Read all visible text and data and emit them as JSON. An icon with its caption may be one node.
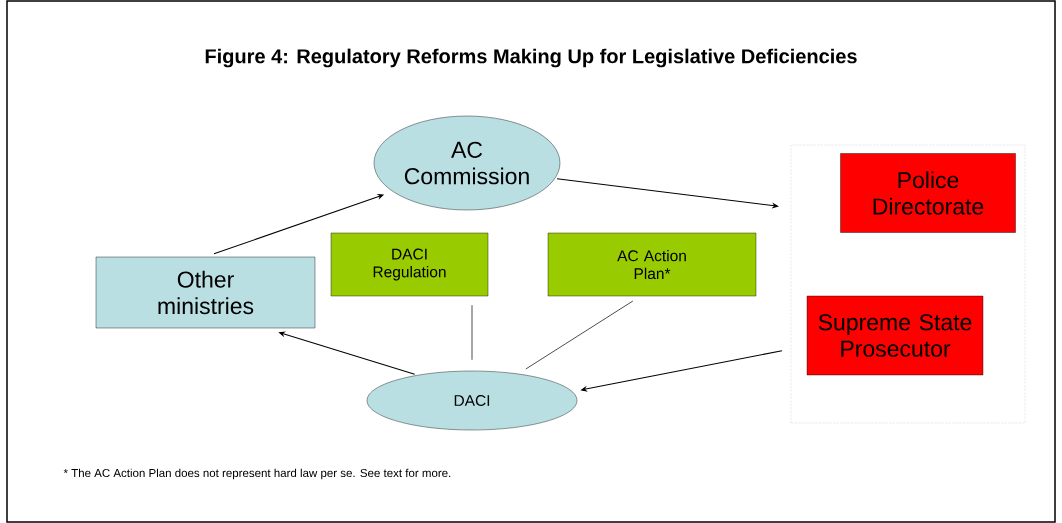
{
  "diagram": {
    "title": "Figure 4: Regulatory Reforms Making Up for Legislative Deficiencies",
    "nodes": [
      {
        "text": [
          "AC Commission"
        ]
      },
      {
        "text": [],
        "shape": "box"
      },
      {
        "text": [
          "Police Directorate"
        ],
        "in": 1
      },
      {
        "text": [
          "DACI Regulation"
        ]
      },
      {
        "text": [
          "AC Action Plan*"
        ]
      },
      {
        "text": [
          "Other ministries"
        ]
      },
      {
        "text": [
          "Supreme State Prosecutor"
        ],
        "in": 1
      },
      {
        "text": [
          "DACI"
        ]
      }
    ],
    "edges": [
      {
        "from": 5,
        "to": 0,
        "arrow": "to"
      },
      {
        "from": 0,
        "to": 1,
        "arrow": "to"
      },
      {
        "from": 3,
        "to": 7,
        "arrow": "none"
      },
      {
        "from": 4,
        "to": 7,
        "arrow": "none"
      },
      {
        "from": 1,
        "to": 7,
        "arrow": "to"
      },
      {
        "from": 7,
        "to": 5,
        "arrow": "to"
      }
    ],
    "labels": [
      "* The AC Action Plan does not represent hard law per se. See text for more."
    ]
  }
}
